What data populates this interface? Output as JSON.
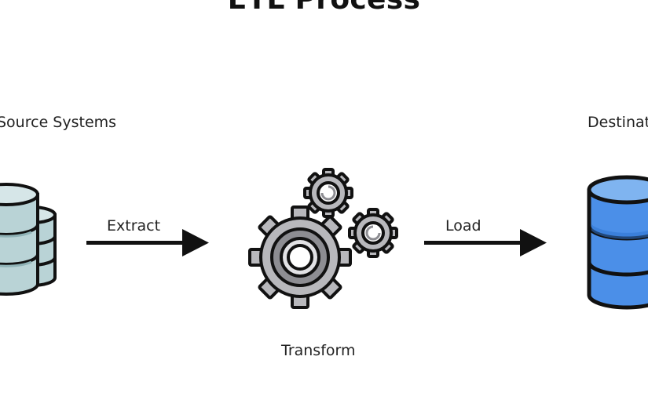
{
  "diagram": {
    "title": "ETL Process",
    "source_label": "Source Systems",
    "destination_label": "Destination",
    "extract_label": "Extract",
    "transform_label": "Transform",
    "load_label": "Load"
  },
  "icons": {
    "source": "database-stack-icon",
    "transform": "gears-icon",
    "destination": "database-icon",
    "extract_arrow": "arrow-right-icon",
    "load_arrow": "arrow-right-icon"
  },
  "colors": {
    "source_fill": "#b9d3d6",
    "source_line": "#8fb2b6",
    "destination_fill": "#4b8fe8",
    "destination_top": "#7fb4f0",
    "gear_fill": "#b8b8bc",
    "gear_dark": "#8d8d92",
    "outline": "#111111"
  }
}
